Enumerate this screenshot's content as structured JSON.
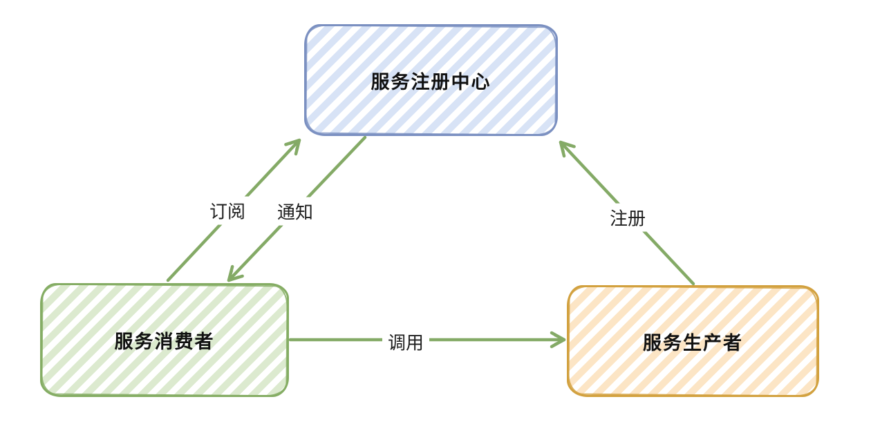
{
  "page": {
    "background_color": "#ffffff"
  },
  "diagram": {
    "type": "flow-diagram",
    "style": "hand-drawn-sketch",
    "arrow_color": "#84aa66",
    "text_color": "#1e1e1e",
    "nodes": [
      {
        "id": "service-registry",
        "label": "服务注册中心",
        "border_color": "#7b90c1",
        "fill_stripe_color": "#d8e3f6",
        "position": "top-center"
      },
      {
        "id": "service-consumer",
        "label": "服务消费者",
        "border_color": "#85ad64",
        "fill_stripe_color": "#dceacf",
        "position": "bottom-left"
      },
      {
        "id": "service-producer",
        "label": "服务生产者",
        "border_color": "#d2a13f",
        "fill_stripe_color": "#fce5c5",
        "position": "bottom-right"
      }
    ],
    "edges": [
      {
        "id": "subscribe",
        "label": "订阅",
        "from": "service-consumer",
        "to": "service-registry"
      },
      {
        "id": "notify",
        "label": "通知",
        "from": "service-registry",
        "to": "service-consumer"
      },
      {
        "id": "register",
        "label": "注册",
        "from": "service-producer",
        "to": "service-registry"
      },
      {
        "id": "invoke",
        "label": "调用",
        "from": "service-consumer",
        "to": "service-producer"
      }
    ]
  }
}
